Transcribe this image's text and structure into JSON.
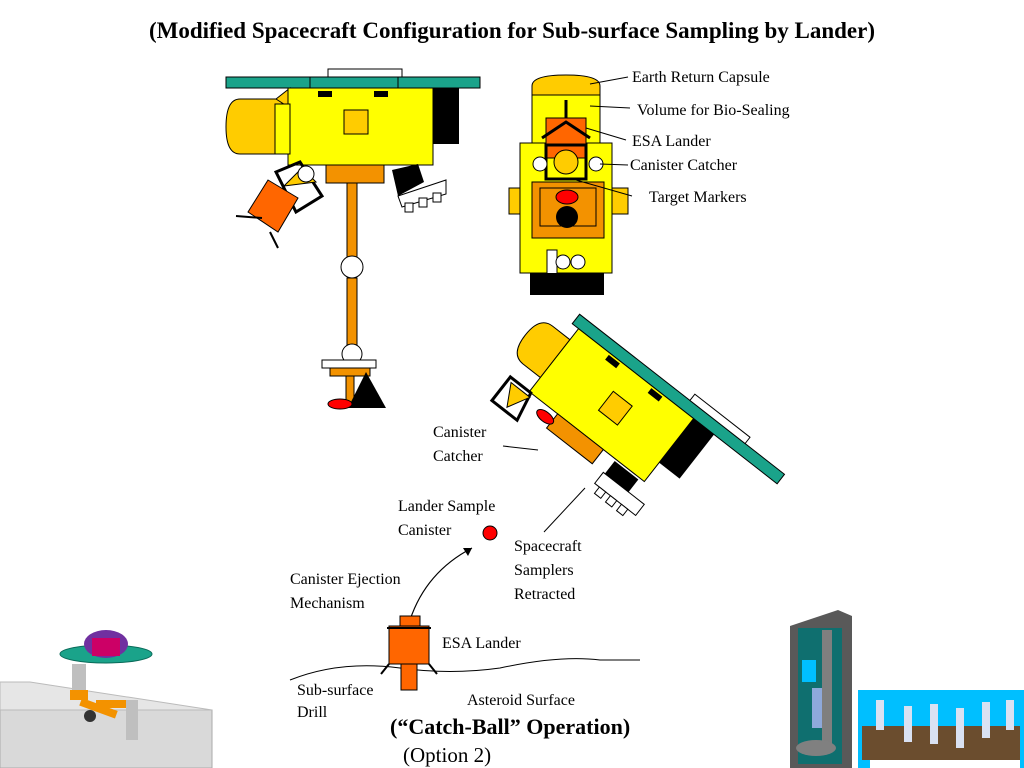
{
  "title": "(Modified Spacecraft Configuration for Sub-surface Sampling by Lander)",
  "labels": {
    "earth_return_capsule": "Earth Return Capsule",
    "volume_bio_sealing": "Volume for Bio-Sealing",
    "esa_lander_top": "ESA Lander",
    "canister_catcher_top": "Canister Catcher",
    "target_markers": "Target Markers",
    "canister_catcher_mid_1": "Canister",
    "canister_catcher_mid_2": "Catcher",
    "lander_sample_canister_1": "Lander Sample",
    "lander_sample_canister_2": "Canister",
    "spacecraft_samplers_1": "Spacecraft",
    "spacecraft_samplers_2": "Samplers",
    "spacecraft_samplers_3": "Retracted",
    "canister_ejection_1": "Canister Ejection",
    "canister_ejection_2": "Mechanism",
    "esa_lander_bottom": "ESA Lander",
    "subsurface_drill_1": "Sub-surface",
    "subsurface_drill_2": "Drill",
    "asteroid_surface": "Asteroid Surface"
  },
  "caption": {
    "main": "(“Catch-Ball” Operation)",
    "sub": "(Option 2)"
  },
  "colors": {
    "body_yellow": "#ffff00",
    "capsule_yellow": "#ffcc00",
    "panel_teal": "#1aa38a",
    "lander_orange": "#ff6600",
    "arm_orange": "#f39200",
    "canister_red": "#ff0000",
    "inset_blue": "#00bfff"
  }
}
